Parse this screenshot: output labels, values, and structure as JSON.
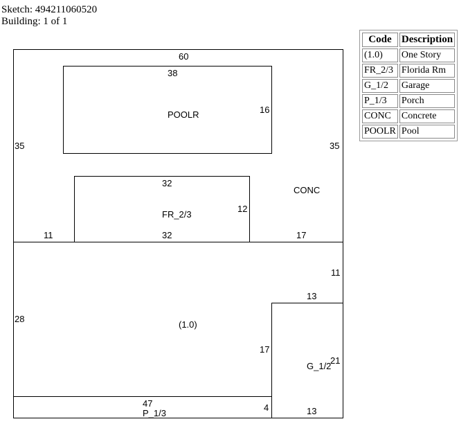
{
  "header": {
    "sketch_line": "Sketch: 494211060520",
    "building_line": "Building: 1 of 1"
  },
  "legend": {
    "col_code": "Code",
    "col_desc": "Description",
    "rows": [
      {
        "code": "(1.0)",
        "desc": "One Story"
      },
      {
        "code": "FR_2/3",
        "desc": "Florida Rm"
      },
      {
        "code": "G_1/2",
        "desc": "Garage"
      },
      {
        "code": "P_1/3",
        "desc": "Porch"
      },
      {
        "code": "CONC",
        "desc": "Concrete"
      },
      {
        "code": "POOLR",
        "desc": "Pool"
      }
    ]
  },
  "sketch": {
    "area_labels": {
      "poolr": "POOLR",
      "fr": "FR_2/3",
      "conc": "CONC",
      "main": "(1.0)",
      "garage": "G_1/2",
      "porch": "P_1/3"
    },
    "dimensions": {
      "conc_top": "60",
      "conc_left": "35",
      "conc_right": "35",
      "pool_top": "38",
      "pool_right": "16",
      "fr_top": "32",
      "fr_right": "12",
      "fr_bottom": "32",
      "left_seg": "11",
      "right_seg": "17",
      "main_left": "28",
      "main_right_upper": "11",
      "garage_top": "13",
      "garage_left": "17",
      "garage_right": "21",
      "garage_bottom": "13",
      "porch_len": "47",
      "porch_height": "4"
    }
  }
}
